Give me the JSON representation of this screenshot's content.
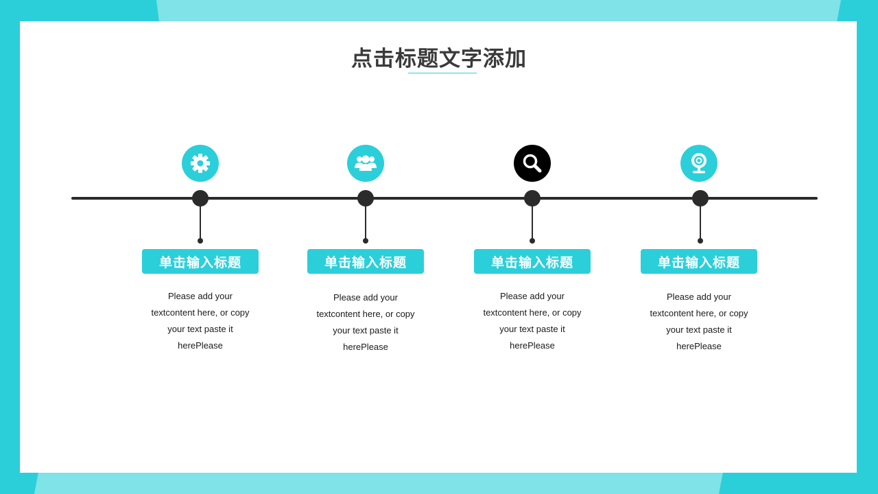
{
  "slide": {
    "title": "点击标题文字添加"
  },
  "timeline": {
    "steps": [
      {
        "icon": "gear-icon",
        "label": "单击输入标题",
        "desc_lines": [
          "Please add your",
          "textcontent here, or copy",
          "your text paste it",
          "herePlease"
        ]
      },
      {
        "icon": "team-icon",
        "label": "单击输入标题",
        "desc_lines": [
          "Please add your",
          "textcontent here, or copy",
          "your text paste it",
          "herePlease"
        ]
      },
      {
        "icon": "search-icon",
        "label": "单击输入标题",
        "desc_lines": [
          "Please add your",
          "textcontent here, or copy",
          "your text paste it",
          "herePlease"
        ]
      },
      {
        "icon": "webcam-icon",
        "label": "单击输入标题",
        "desc_lines": [
          "Please add your",
          "textcontent here, or copy",
          "your text paste it",
          "herePlease"
        ]
      }
    ]
  },
  "colors": {
    "accent": "#2bcfd9",
    "accent_light": "#7fe3e8",
    "line": "#2b2b2b",
    "title": "#3a3a3a"
  }
}
